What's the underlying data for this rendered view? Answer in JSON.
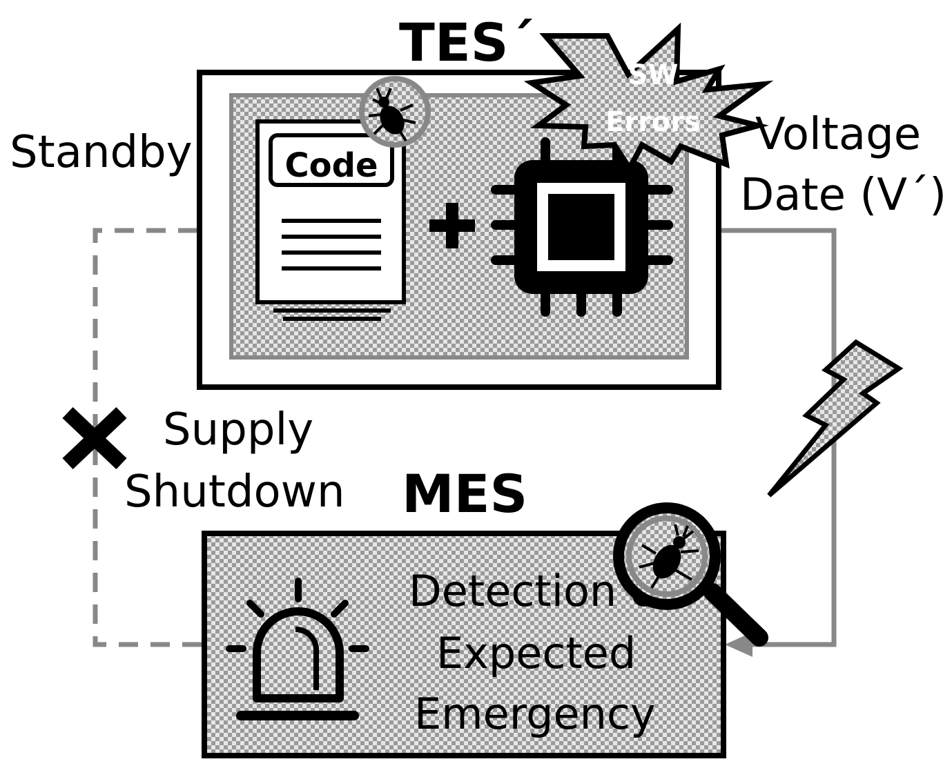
{
  "tes": {
    "title": "TES´",
    "code_label": "Code",
    "sw_errors": [
      "SW",
      "Errors"
    ]
  },
  "mes": {
    "title": "MES",
    "text_lines": [
      "Detection &",
      "Expected",
      "Emergency"
    ]
  },
  "labels": {
    "standby": "Standby",
    "voltage_lines": [
      "Voltage",
      "Date (V´)"
    ],
    "supply_lines": [
      "Supply",
      "Shutdown"
    ]
  },
  "colors": {
    "line_gray": "#888888",
    "black": "#000000",
    "checker_dark": "#9a9a9a",
    "checker_light": "#e6e6e6"
  }
}
